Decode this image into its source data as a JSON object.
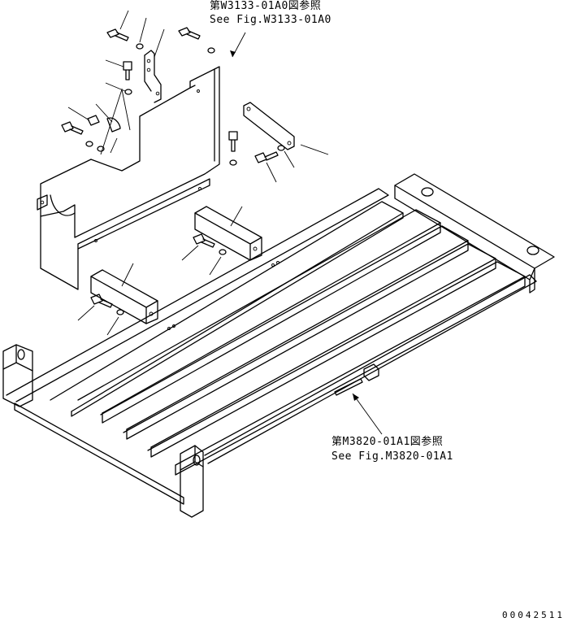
{
  "references": [
    {
      "id": "ref-w3133",
      "line_jp": "第W3133-01A0図参照",
      "line_en": "See Fig.W3133-01A0"
    },
    {
      "id": "ref-m3820",
      "line_jp": "第M3820-01A1図参照",
      "line_en": "See Fig.M3820-01A1"
    }
  ],
  "drawing_number": "00042511"
}
